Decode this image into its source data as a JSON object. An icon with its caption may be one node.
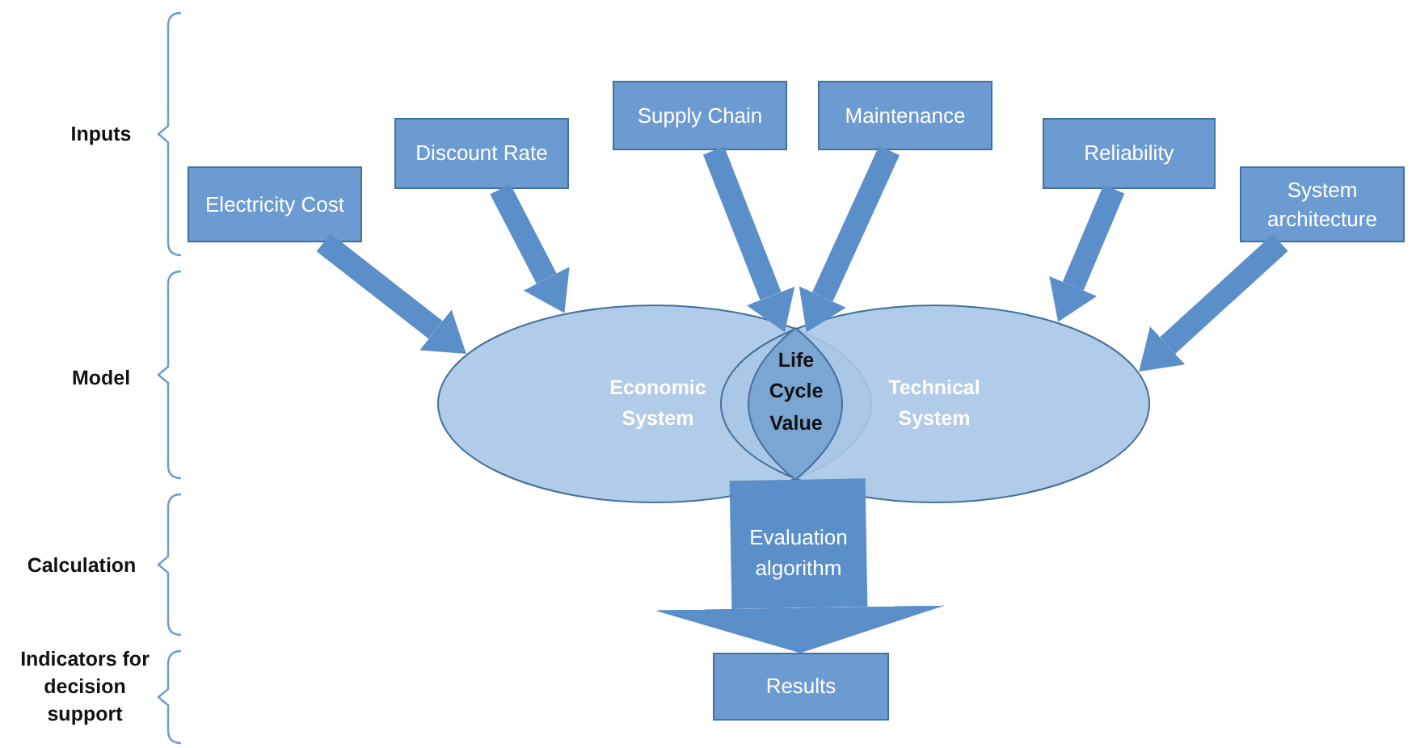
{
  "diagram": {
    "nodes": [
      {
        "text": [
          "Electricity Cost"
        ]
      },
      {
        "text": [
          "Discount Rate"
        ]
      },
      {
        "text": [
          "Supply Chain"
        ]
      },
      {
        "text": [
          "Maintenance"
        ]
      },
      {
        "text": [
          "Reliability"
        ]
      },
      {
        "text": [
          "System architecture"
        ]
      },
      {
        "text": [
          "Economic System"
        ]
      },
      {
        "text": [
          "Technical System"
        ]
      },
      {
        "text": [
          "Life Cycle Value"
        ]
      },
      {
        "text": [
          "Results"
        ]
      }
    ],
    "edges": [
      {
        "from": 0,
        "to": 6,
        "arrow": "to"
      },
      {
        "from": 1,
        "to": 6,
        "arrow": "to"
      },
      {
        "from": 2,
        "to": 8,
        "arrow": "to"
      },
      {
        "from": 3,
        "to": 8,
        "arrow": "to"
      },
      {
        "from": 4,
        "to": 7,
        "arrow": "to"
      },
      {
        "from": 5,
        "to": 7,
        "arrow": "to"
      },
      {
        "from": 8,
        "to": 9,
        "arrow": "to",
        "label": "Evaluation algorithm",
        "style": "thick"
      }
    ],
    "labels": [
      "Inputs",
      "Model",
      "Calculation",
      "Indicators for decision support"
    ]
  }
}
